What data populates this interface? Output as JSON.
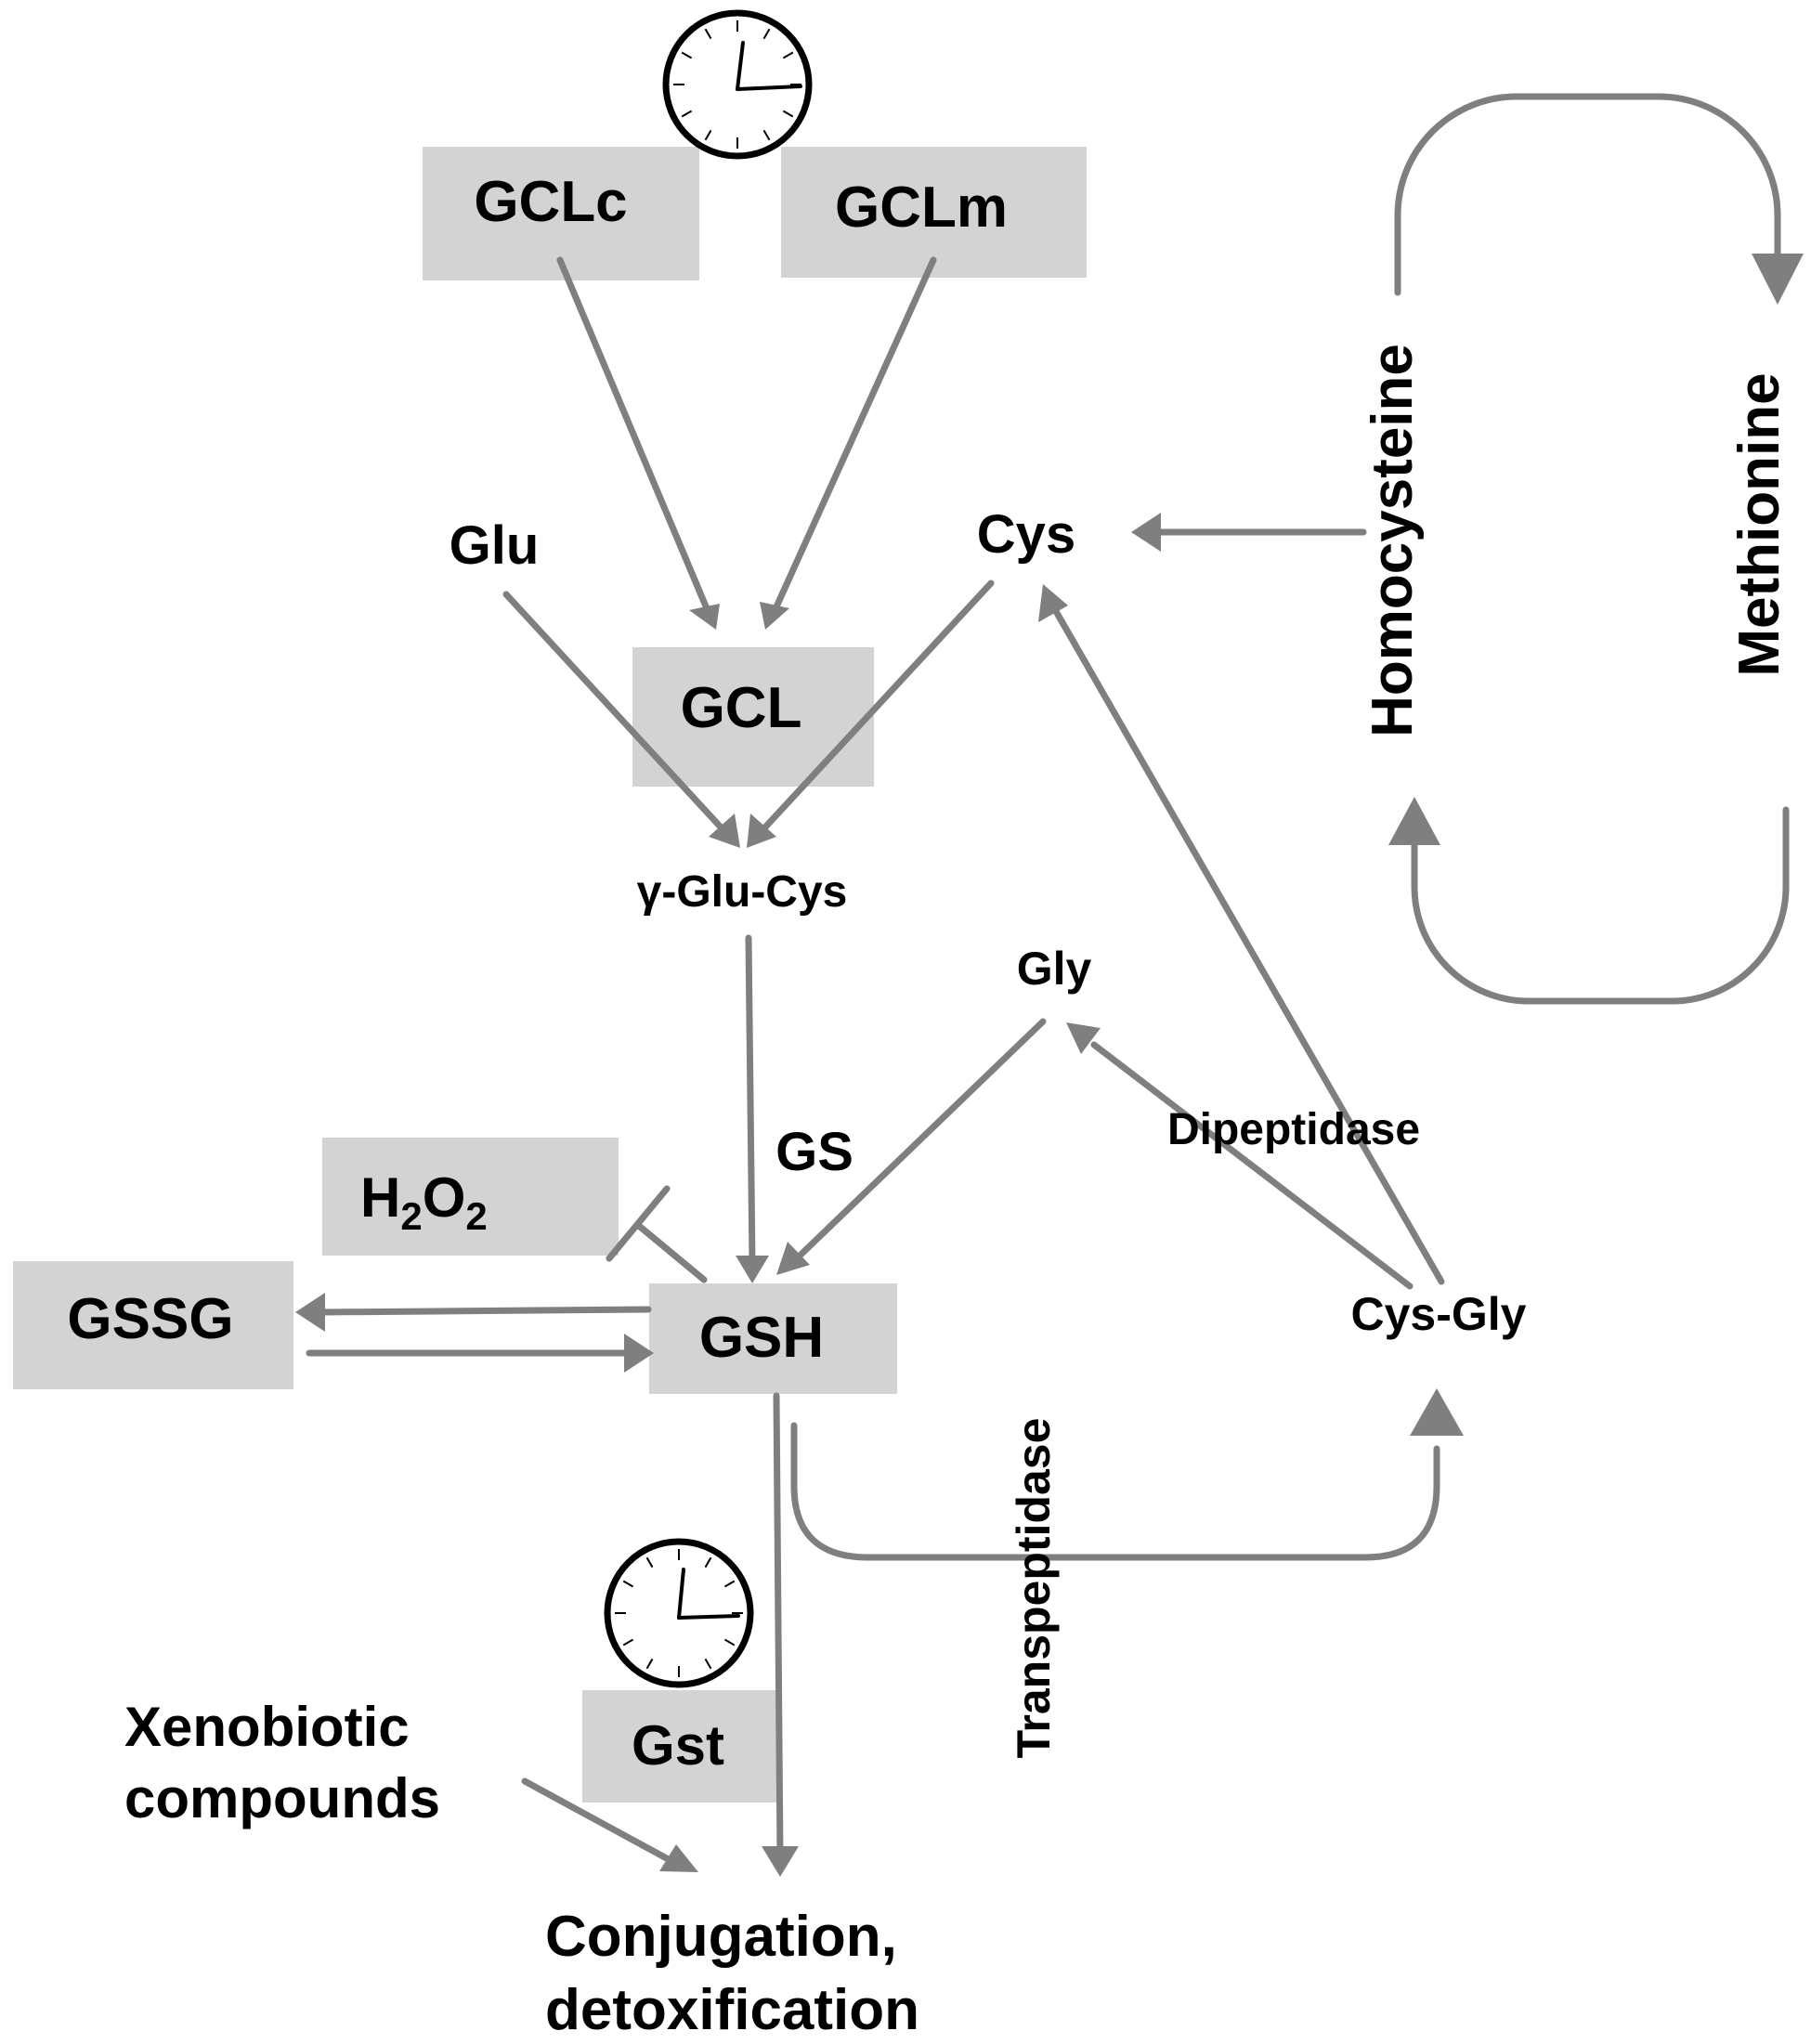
{
  "nodes": {
    "gclc": "GCLc",
    "gclm": "GCLm",
    "glu": "Glu",
    "cys": "Cys",
    "gcl": "GCL",
    "gamma_glu_cys": "γ-Glu-Cys",
    "gly": "Gly",
    "gs": "GS",
    "dipeptidase": "Dipeptidase",
    "h2o2_base_h": "H",
    "h2o2_sub1": "2",
    "h2o2_base_o": "O",
    "h2o2_sub2": "2",
    "gssg": "GSSG",
    "gsh": "GSH",
    "cys_gly": "Cys-Gly",
    "homocysteine": "Homocysteine",
    "methionine": "Methionine",
    "transpeptidase": "Transpeptidase",
    "gst": "Gst",
    "xenobiotic_line1": "Xenobiotic",
    "xenobiotic_line2": "compounds",
    "conjugation_line1": "Conjugation,",
    "conjugation_line2": "detoxification"
  },
  "colors": {
    "arrow": "#7f7f7f",
    "box": "#d3d3d3",
    "text": "#000000"
  },
  "icons": [
    "clock-icon",
    "clock-icon"
  ]
}
